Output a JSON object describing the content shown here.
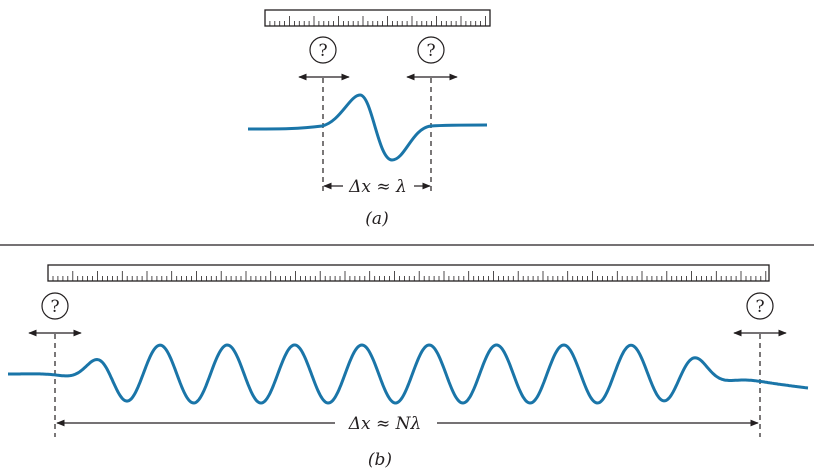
{
  "panel_a": {
    "question_left": "?",
    "question_right": "?",
    "measure_label": "Δx ≈ λ",
    "caption": "(a)"
  },
  "panel_b": {
    "question_left": "?",
    "question_right": "?",
    "measure_label": "Δx ≈ Nλ",
    "caption": "(b)"
  },
  "colors": {
    "wave": "#1a75a8",
    "ink": "#231f20"
  },
  "icons": [
    "question-mark-circle-icon",
    "double-arrow-icon",
    "ruler-icon"
  ]
}
